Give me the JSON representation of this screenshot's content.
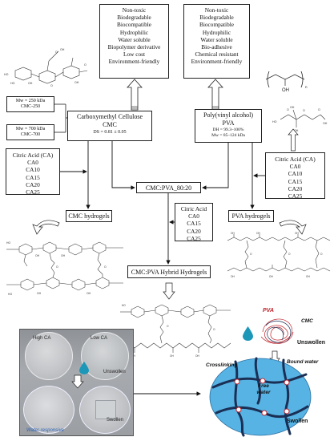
{
  "cmc_properties": [
    "Non-toxic",
    "Biodegradable",
    "Biocompatible",
    "Hydrophilic",
    "Water soluble",
    "Biopolymer derivative",
    "Low cost",
    "Environment-friendly"
  ],
  "pva_properties": [
    "Non-toxic",
    "Biodegradable",
    "Biocompatible",
    "Hydrophilic",
    "Water soluble",
    "Bio-adhesive",
    "Chemical resistant",
    "Environment-friendly"
  ],
  "cmc_box": {
    "line1": "Carboxymethyl Cellulose",
    "line2": "CMC",
    "line3": "DS = 0.81 ± 0.05"
  },
  "pva_box": {
    "line1": "Poly(vinyl alcohol)",
    "line2": "PVA",
    "line3": "DH = 99.3–100%",
    "line4": "Mw = 85–124 kDa"
  },
  "cmc250": {
    "mw": "Mw = 250 kDa",
    "name": "CMC-250"
  },
  "cmc700": {
    "mw": "Mw = 700 kDa",
    "name": "CMC-700"
  },
  "citric_left": {
    "title": "Citric Acid (CA)",
    "items": [
      "CA0",
      "CA10",
      "CA15",
      "CA20",
      "CA25"
    ]
  },
  "citric_right": {
    "title": "Citric Acid (CA)",
    "items": [
      "CA0",
      "CA10",
      "CA15",
      "CA20",
      "CA25"
    ]
  },
  "citric_mid": {
    "title": "Citric Acid",
    "items": [
      "CA0",
      "CA15",
      "CA20",
      "CA25"
    ]
  },
  "blend_label": "CMC:PVA_80:20",
  "cmc_hydrogels": "CMC hydrogels",
  "pva_hydrogels": "PVA hydrogels",
  "hybrid_label": "CMC:PVA Hybrid Hydrogels",
  "photo_labels": {
    "high_ca": "High CA",
    "low_ca": "Low CA",
    "unswollen": "Unswollen",
    "swollen": "Swollen",
    "water_responsive": "Water-responsive"
  },
  "scheme_labels": {
    "pva": "PVA",
    "cmc": "CMC",
    "unswollen": "Unswollen",
    "crosslinking": "Crosslinking",
    "bound_water": "Bound water",
    "free_water": "Free water",
    "swollen": "Swollen"
  },
  "pva_structure_label": "OH",
  "colors": {
    "swollen_circle": "#56b3e4",
    "chain": "#1b2f55",
    "pva_chain": "#c0232b",
    "water_drop": "#1c97b8"
  }
}
